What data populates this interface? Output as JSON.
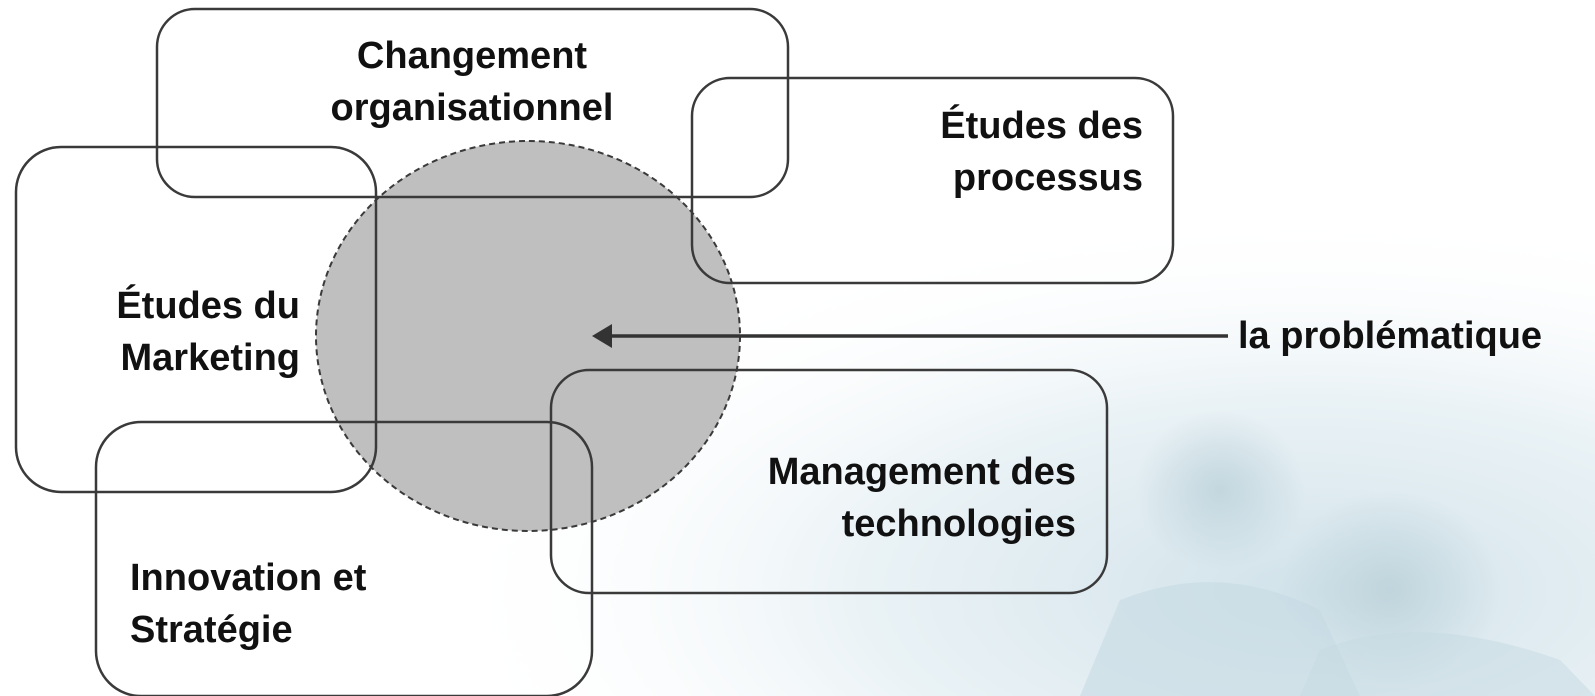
{
  "diagram": {
    "focus": {
      "label": "la problématique"
    },
    "domains": {
      "changement": {
        "line1": "Changement",
        "line2": "organisationnel"
      },
      "processus": {
        "line1": "Études des",
        "line2": "processus"
      },
      "marketing": {
        "line1": "Études du",
        "line2": "Marketing"
      },
      "management": {
        "line1": "Management des",
        "line2": "technologies"
      },
      "innovation": {
        "line1": "Innovation et",
        "line2": "Stratégie"
      }
    }
  },
  "colors": {
    "circle_fill": "#bfbfbf",
    "stroke": "#3a3a3a",
    "text": "#111111",
    "background_tint": "#d6e6ee"
  }
}
